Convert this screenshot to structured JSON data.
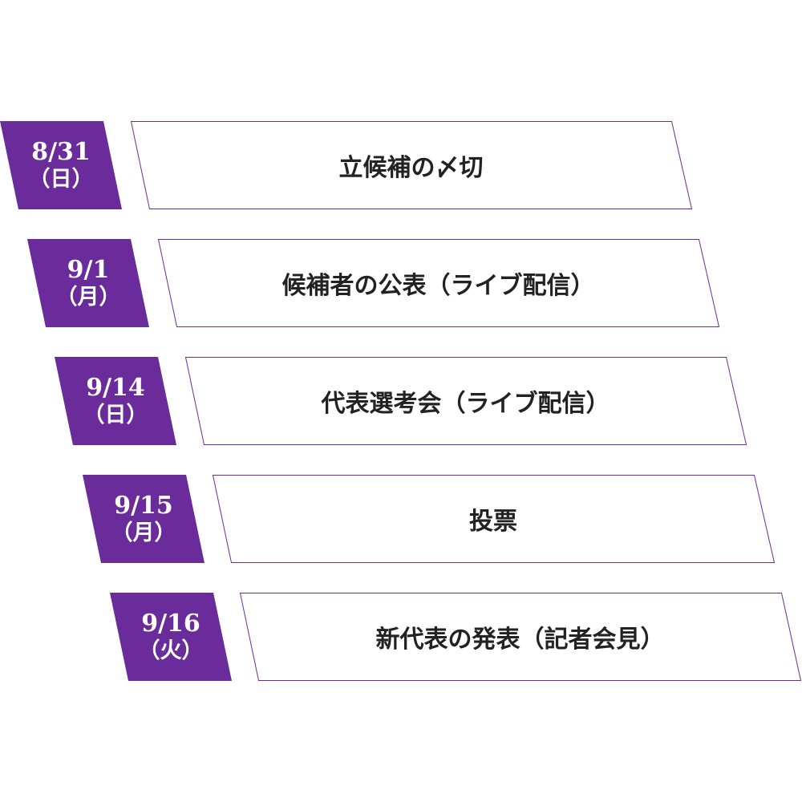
{
  "colors": {
    "accent": "#6a2c9b",
    "border": "#6a2c9b",
    "background": "#ffffff",
    "text": "#222222"
  },
  "events": [
    {
      "date": "8/31",
      "day": "（日）",
      "title": "立候補の〆切"
    },
    {
      "date": "9/1",
      "day": "（月）",
      "title": "候補者の公表（ライブ配信）"
    },
    {
      "date": "9/14",
      "day": "（日）",
      "title": "代表選考会（ライブ配信）"
    },
    {
      "date": "9/15",
      "day": "（月）",
      "title": "投票"
    },
    {
      "date": "9/16",
      "day": "（火）",
      "title": "新代表の発表（記者会見）"
    }
  ]
}
